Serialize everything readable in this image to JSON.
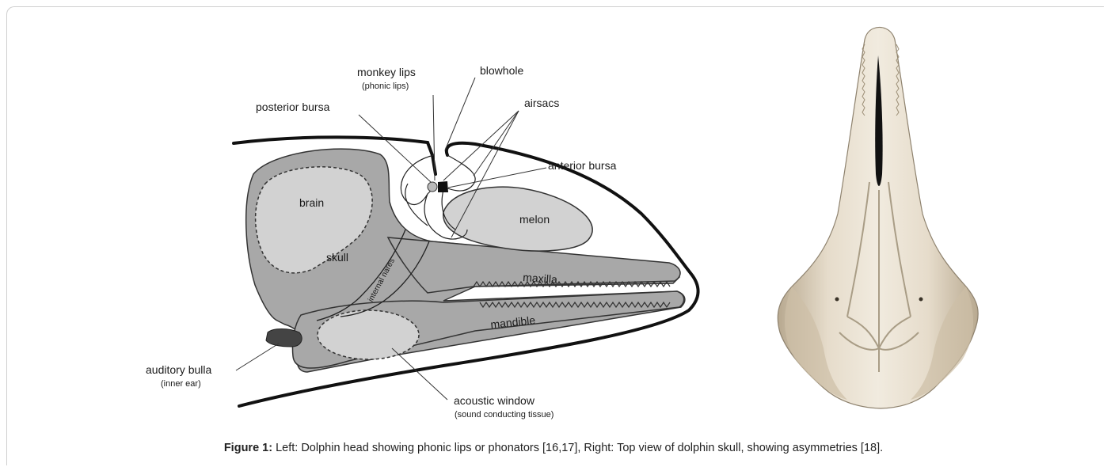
{
  "figure": {
    "labels": {
      "monkey_lips": "monkey lips",
      "phonic_lips": "(phonic lips)",
      "blowhole": "blowhole",
      "airsacs": "airsacs",
      "posterior_bursa": "posterior bursa",
      "anterior_bursa": "anterior bursa",
      "brain": "brain",
      "melon": "melon",
      "skull": "skull",
      "internal_nares": "internal nares",
      "maxilla": "maxilla",
      "mandible": "mandible",
      "auditory_bulla": "auditory bulla",
      "inner_ear": "(inner ear)",
      "acoustic_window": "acoustic window",
      "sound_conducting": "(sound conducting tissue)"
    },
    "caption": {
      "prefix": "Figure 1:",
      "text": " Left: Dolphin head showing phonic lips or phonators [16,17], Right: Top view of dolphin skull, showing asymmetries [18]."
    }
  },
  "colors": {
    "tissue": "#a8a8a8",
    "light_tissue": "#d2d2d2",
    "bone": "#e9e1d2",
    "bone_shadow": "#b9ad98"
  }
}
